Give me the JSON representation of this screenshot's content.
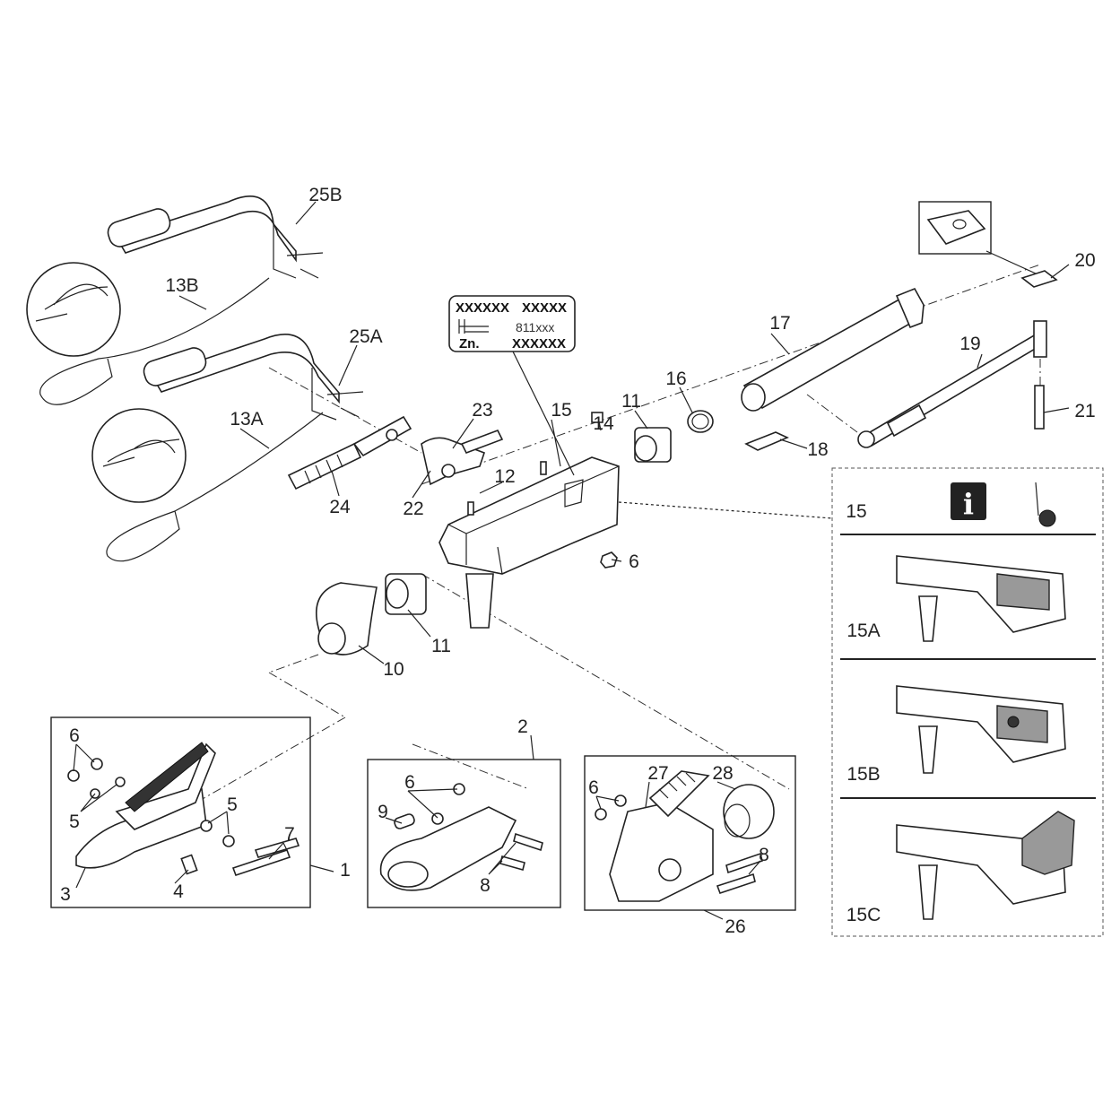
{
  "diagram": {
    "labels": {
      "l25B": "25B",
      "l13B": "13B",
      "l25A": "25A",
      "l13A": "13A",
      "l24": "24",
      "l22": "22",
      "l23": "23",
      "l12": "12",
      "l15": "15",
      "l14": "14",
      "l11a": "11",
      "l16": "16",
      "l17": "17",
      "l19": "19",
      "l20": "20",
      "l21": "21",
      "l18": "18",
      "l6a": "6",
      "l11b": "11",
      "l10": "10",
      "l2": "2",
      "l1": "1",
      "l3": "3",
      "l4": "4",
      "l5a": "5",
      "l6b": "6",
      "l5b": "5",
      "l7": "7",
      "l6c": "6",
      "l9": "9",
      "l8a": "8",
      "l6d": "6",
      "l27": "27",
      "l28": "28",
      "l8b": "8",
      "l26": "26"
    },
    "type_plate": {
      "row1_left": "XXXXXX",
      "row1_right": "XXXXX",
      "code": "811xxx",
      "material": "Zn.",
      "row3_right": "XXXXXX"
    },
    "variant_panel": {
      "title": "15",
      "variants": [
        "15A",
        "15B",
        "15C"
      ],
      "info_icon": "i"
    }
  }
}
